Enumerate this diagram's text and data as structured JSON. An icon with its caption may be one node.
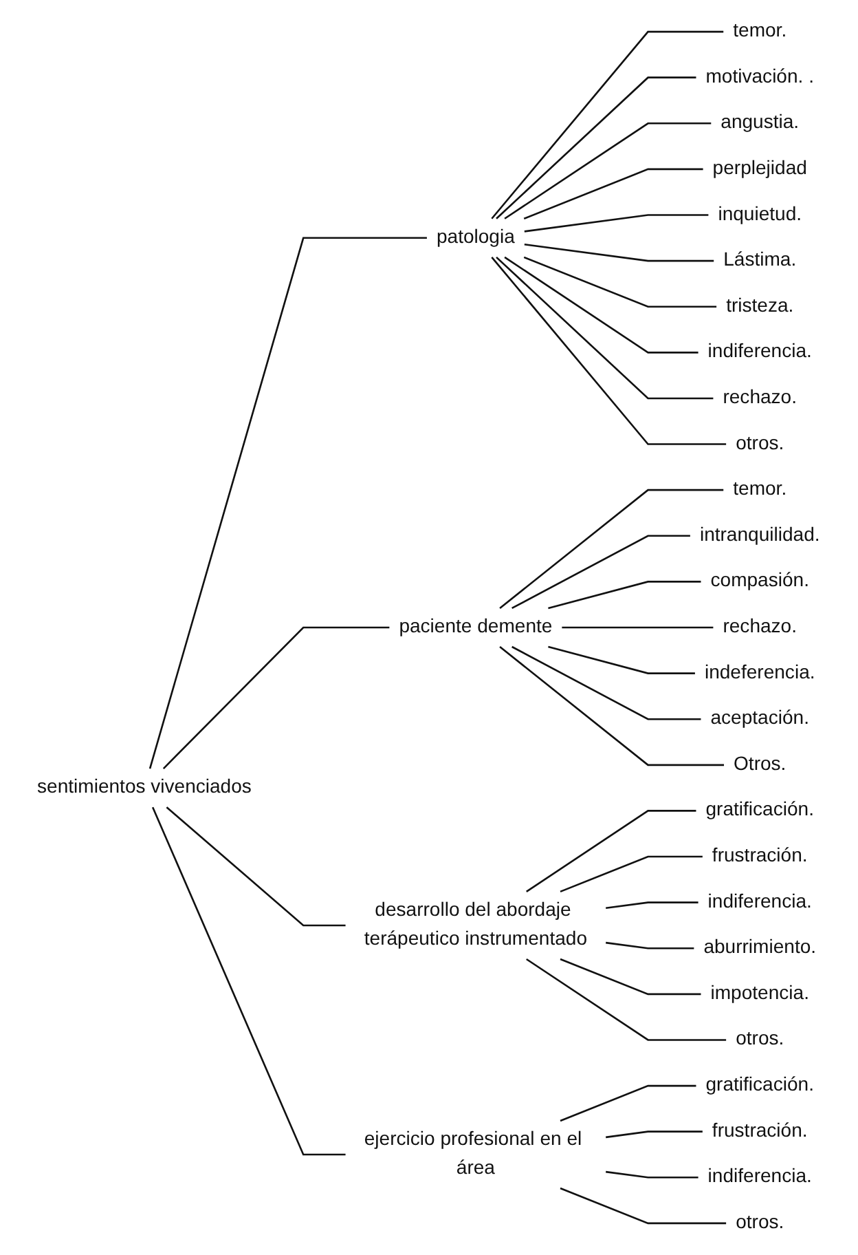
{
  "diagram": {
    "nodes": [
      {
        "text": [
          "sentimientos vivenciados"
        ]
      },
      {
        "text": [
          "patologia"
        ]
      },
      {
        "text": [
          "temor."
        ]
      },
      {
        "text": [
          "motivación. ."
        ]
      },
      {
        "text": [
          "angustia."
        ]
      },
      {
        "text": [
          "perplejidad"
        ]
      },
      {
        "text": [
          "inquietud."
        ]
      },
      {
        "text": [
          "Lástima."
        ]
      },
      {
        "text": [
          "tristeza."
        ]
      },
      {
        "text": [
          "indiferencia."
        ]
      },
      {
        "text": [
          "rechazo."
        ]
      },
      {
        "text": [
          "otros."
        ]
      },
      {
        "text": [
          "paciente demente"
        ]
      },
      {
        "text": [
          "temor."
        ]
      },
      {
        "text": [
          "intranquilidad."
        ]
      },
      {
        "text": [
          "compasión."
        ]
      },
      {
        "text": [
          "rechazo."
        ]
      },
      {
        "text": [
          "indeferencia."
        ]
      },
      {
        "text": [
          "aceptación."
        ]
      },
      {
        "text": [
          "Otros."
        ]
      },
      {
        "text": [
          "desarrollo del abordaje terápeutico instrumentado"
        ]
      },
      {
        "text": [
          "gratificación."
        ]
      },
      {
        "text": [
          "frustración."
        ]
      },
      {
        "text": [
          "indiferencia."
        ]
      },
      {
        "text": [
          "aburrimiento."
        ]
      },
      {
        "text": [
          "impotencia."
        ]
      },
      {
        "text": [
          "otros."
        ]
      },
      {
        "text": [
          "ejercicio profesional en el área"
        ]
      },
      {
        "text": [
          "gratificación."
        ]
      },
      {
        "text": [
          "frustración."
        ]
      },
      {
        "text": [
          "indiferencia."
        ]
      },
      {
        "text": [
          "otros."
        ]
      }
    ],
    "edges": [
      {
        "from": 0,
        "to": 1,
        "arrow": "none"
      },
      {
        "from": 0,
        "to": 12,
        "arrow": "none"
      },
      {
        "from": 0,
        "to": 20,
        "arrow": "none"
      },
      {
        "from": 0,
        "to": 27,
        "arrow": "none"
      },
      {
        "from": 1,
        "to": 2,
        "arrow": "none"
      },
      {
        "from": 1,
        "to": 3,
        "arrow": "none"
      },
      {
        "from": 1,
        "to": 4,
        "arrow": "none"
      },
      {
        "from": 1,
        "to": 5,
        "arrow": "none"
      },
      {
        "from": 1,
        "to": 6,
        "arrow": "none"
      },
      {
        "from": 1,
        "to": 7,
        "arrow": "none"
      },
      {
        "from": 1,
        "to": 8,
        "arrow": "none"
      },
      {
        "from": 1,
        "to": 9,
        "arrow": "none"
      },
      {
        "from": 1,
        "to": 10,
        "arrow": "none"
      },
      {
        "from": 1,
        "to": 11,
        "arrow": "none"
      },
      {
        "from": 12,
        "to": 13,
        "arrow": "none"
      },
      {
        "from": 12,
        "to": 14,
        "arrow": "none"
      },
      {
        "from": 12,
        "to": 15,
        "arrow": "none"
      },
      {
        "from": 12,
        "to": 16,
        "arrow": "none"
      },
      {
        "from": 12,
        "to": 17,
        "arrow": "none"
      },
      {
        "from": 12,
        "to": 18,
        "arrow": "none"
      },
      {
        "from": 12,
        "to": 19,
        "arrow": "none"
      },
      {
        "from": 20,
        "to": 21,
        "arrow": "none"
      },
      {
        "from": 20,
        "to": 22,
        "arrow": "none"
      },
      {
        "from": 20,
        "to": 23,
        "arrow": "none"
      },
      {
        "from": 20,
        "to": 24,
        "arrow": "none"
      },
      {
        "from": 20,
        "to": 25,
        "arrow": "none"
      },
      {
        "from": 20,
        "to": 26,
        "arrow": "none"
      },
      {
        "from": 27,
        "to": 28,
        "arrow": "none"
      },
      {
        "from": 27,
        "to": 29,
        "arrow": "none"
      },
      {
        "from": 27,
        "to": 30,
        "arrow": "none"
      },
      {
        "from": 27,
        "to": 31,
        "arrow": "none"
      }
    ]
  }
}
